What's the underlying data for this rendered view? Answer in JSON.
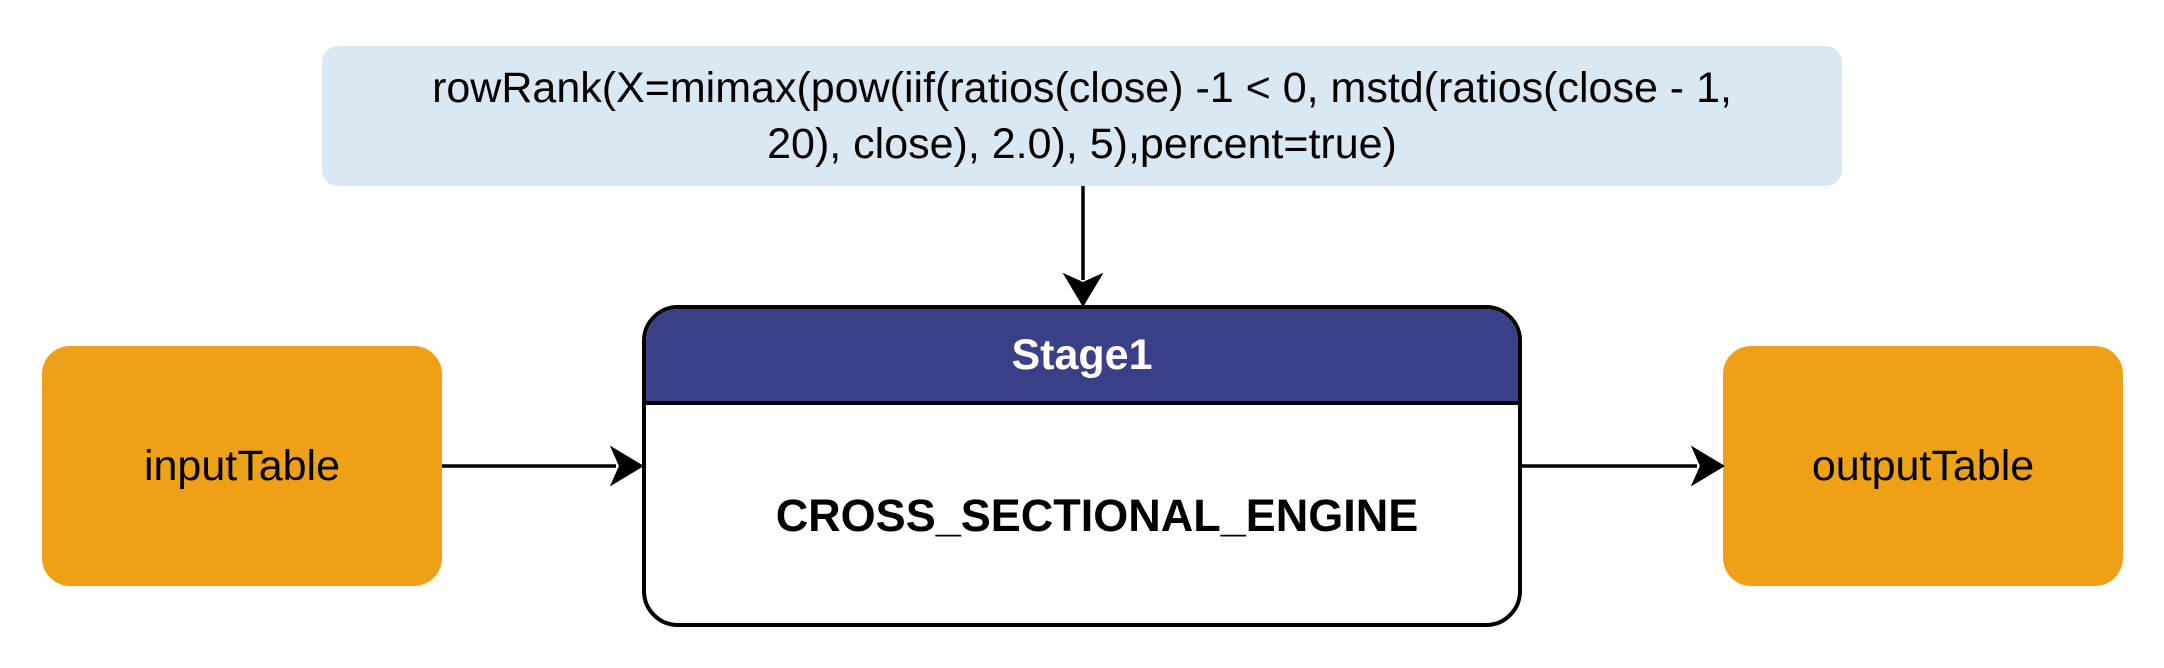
{
  "formula": {
    "line1": "rowRank(X=mimax(pow(iif(ratios(close) -1 < 0, mstd(ratios(close - 1,",
    "line2": "20), close), 2.0), 5),percent=true)"
  },
  "input_table": {
    "label": "inputTable"
  },
  "stage": {
    "title": "Stage1",
    "engine": "CROSS_SECTIONAL_ENGINE"
  },
  "output_table": {
    "label": "outputTable"
  },
  "colors": {
    "formula_bg": "#dae8f4",
    "table_bg": "#eea117",
    "stage_header": "#3a4087",
    "stroke": "#000000"
  }
}
